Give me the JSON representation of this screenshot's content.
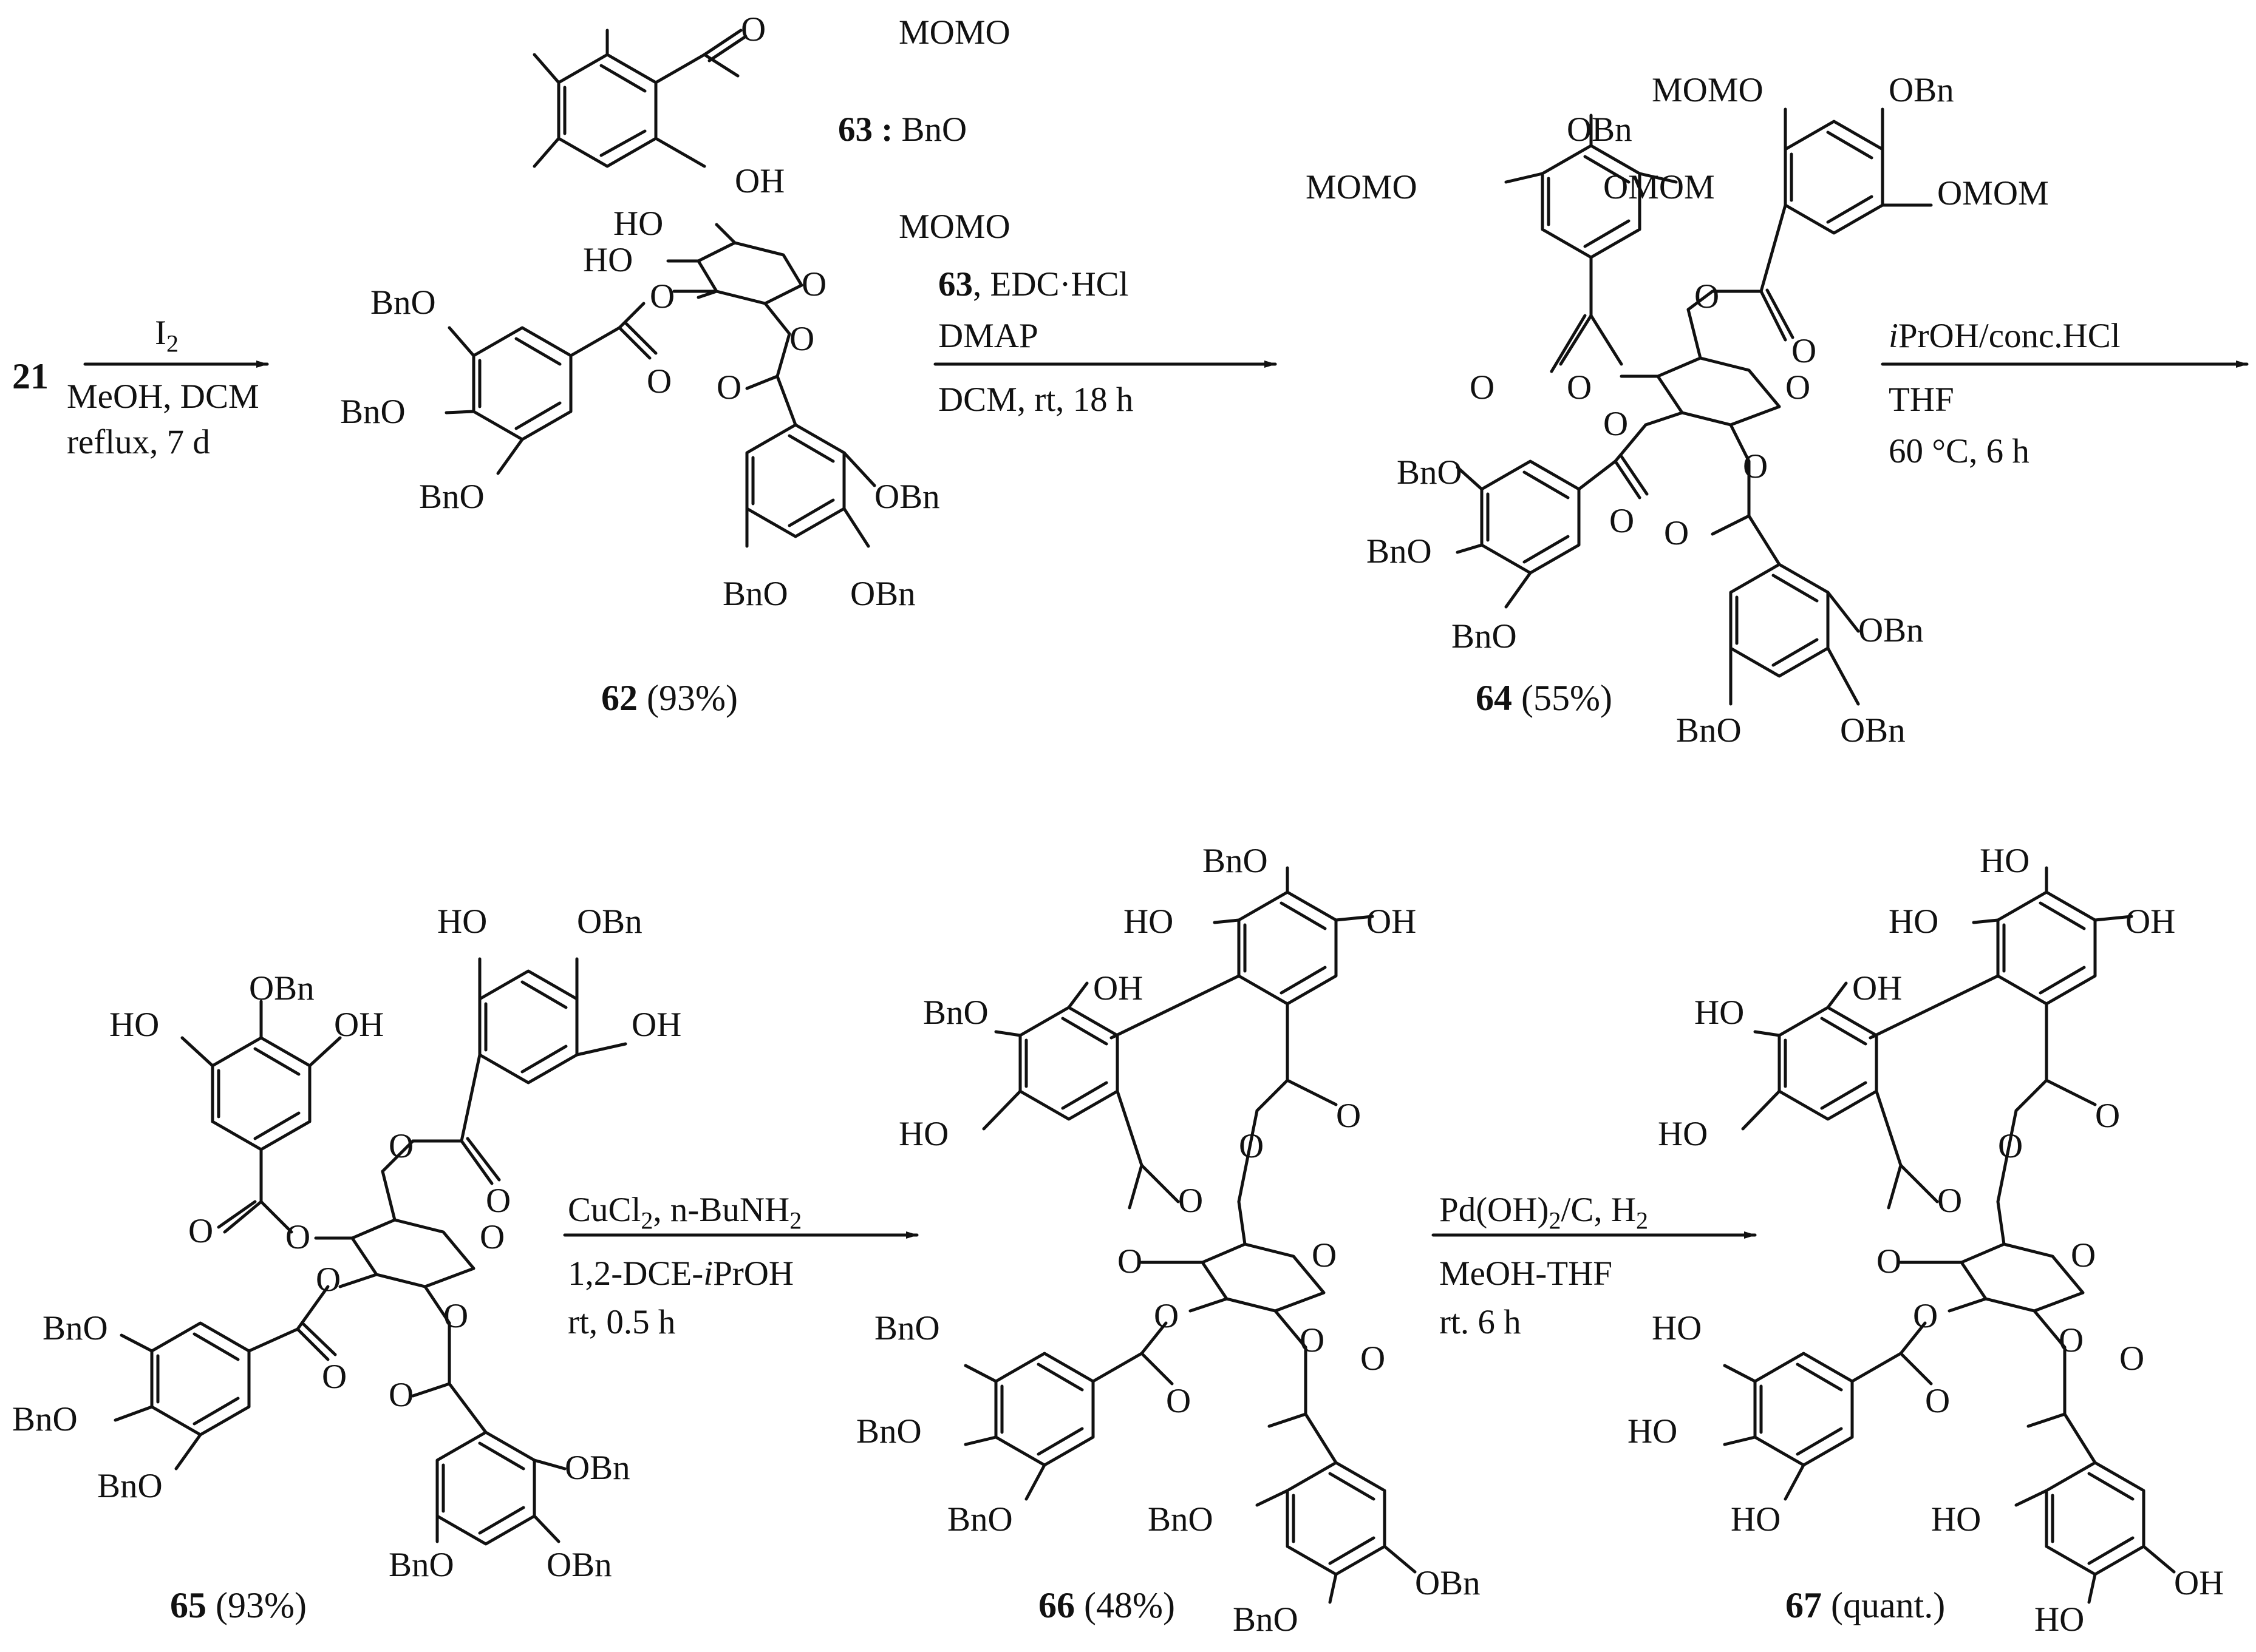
{
  "row1": {
    "start_label": "21",
    "step1": {
      "reagent1": "I",
      "reagent1_sub": "2",
      "line2": "MeOH, DCM",
      "line3": "reflux, 7 d"
    },
    "c62": {
      "number": "62",
      "yield": "(93%)"
    },
    "c63_def": {
      "number": "63 :",
      "top": "MOMO",
      "mid": "BnO",
      "bottom": "MOMO",
      "acid_o": "O",
      "acid_oh": "OH"
    },
    "step2": {
      "num": "63",
      "r1": ", EDC·HCl",
      "r2": "DMAP",
      "r3": "DCM, rt, 18 h"
    },
    "c64": {
      "number": "64",
      "yield": "(55%)"
    },
    "step3": {
      "pre": "i",
      "r1": "PrOH/conc.HCl",
      "r2": "THF",
      "r3": "60 °C, 6 h"
    }
  },
  "row2": {
    "c65": {
      "number": "65",
      "yield": "(93%)"
    },
    "step4": {
      "r1a": "CuCl",
      "r1sub": "2",
      "r1b": ", n-BuNH",
      "r1sub2": "2",
      "r2a": "1,2-DCE-",
      "r2i": "i",
      "r2b": "PrOH",
      "r3": "rt, 0.5 h"
    },
    "c66": {
      "number": "66",
      "yield": "(48%)"
    },
    "step5": {
      "r1a": "Pd(OH)",
      "r1sub": "2",
      "r1b": "/C, H",
      "r1sub2": "2",
      "r2": "MeOH-THF",
      "r3": "rt. 6 h"
    },
    "c67": {
      "number": "67",
      "yield": "(quant.)"
    }
  },
  "labels": {
    "OBn": "OBn",
    "BnO": "BnO",
    "HO": "HO",
    "OH": "OH",
    "O": "O",
    "MOMO": "MOMO",
    "OMOM": "OMOM"
  }
}
